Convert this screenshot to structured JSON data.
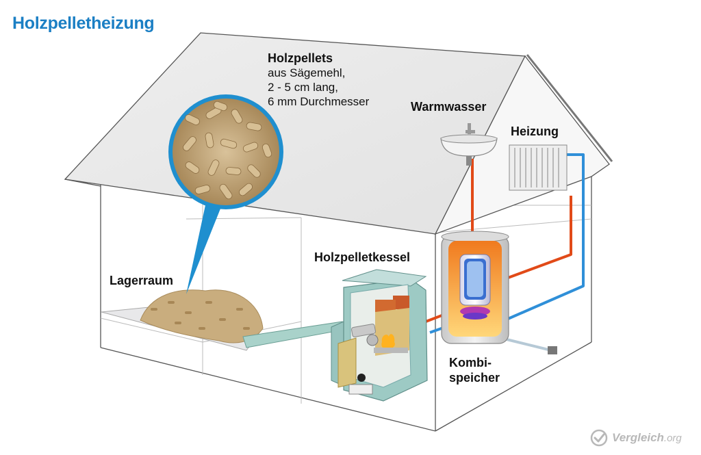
{
  "title": "Holzpelletheizung",
  "pellets": {
    "heading": "Holzpellets",
    "lines": [
      "aus Sägemehl,",
      "2 - 5 cm lang,",
      "6 mm Durchmesser"
    ]
  },
  "labels": {
    "warmwasser": "Warmwasser",
    "heizung": "Heizung",
    "holzpelletkessel": "Holzpelletkessel",
    "lagerraum": "Lagerraum",
    "kombispeicher_line1": "Kombi-",
    "kombispeicher_line2": "speicher"
  },
  "brand": {
    "name": "Vergleich",
    "tld": ".org",
    "icon": "check-circle-icon"
  },
  "colors": {
    "title": "#1b7fc4",
    "hot_pipe": "#e14a18",
    "cold_pipe": "#2f8fd8",
    "feed_pipe": "#a9d2ca",
    "pellet": "#cdb48a"
  }
}
